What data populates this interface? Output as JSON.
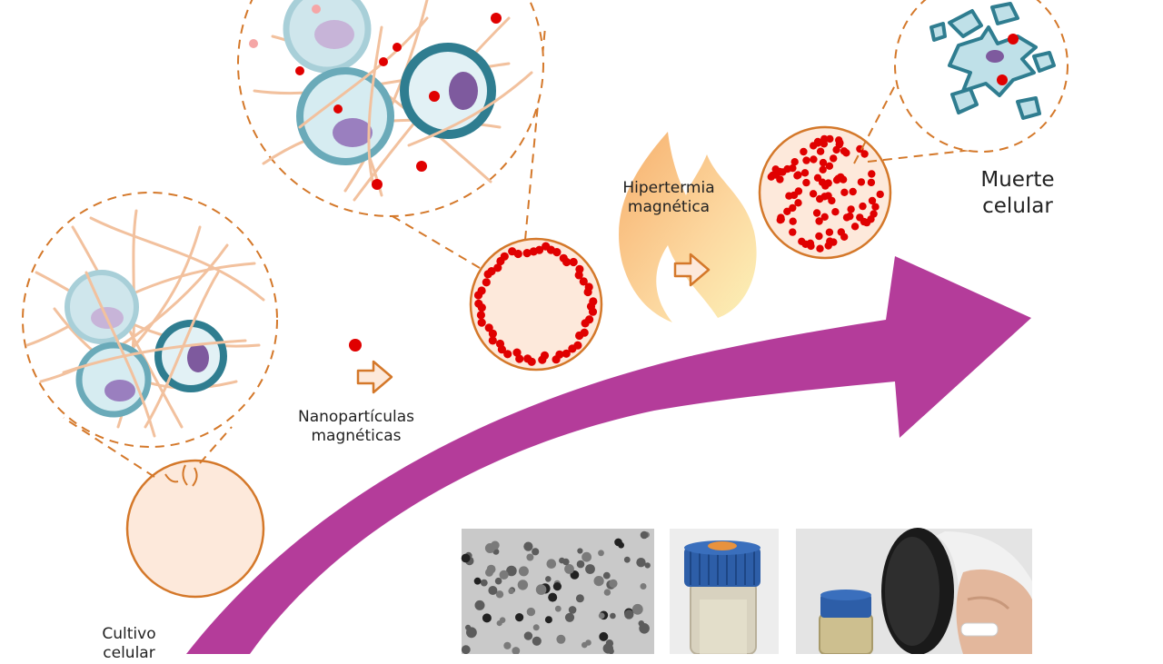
{
  "labels": {
    "nanoparticles_line1": "Nanopartículas",
    "nanoparticles_line2": "magnéticas",
    "hyperthermia_line1": "Hipertermia",
    "hyperthermia_line2": "magnética",
    "death_line1": "Muerte",
    "death_line2": "celular",
    "culture_line1": "Cultivo",
    "culture_line2": "celular"
  },
  "colors": {
    "arrow": "#b43c9a",
    "outline": "#d4782a",
    "cell_fill": "#fde9db",
    "particle": "#e00000",
    "cell_blue": "#3f8ea0",
    "cell_light": "#a8cfd8",
    "nucleus": "#7e5a9e",
    "fiber": "#f2c19e",
    "flame_outer": "#f7a15a",
    "flame_inner": "#fbe9a6"
  },
  "photos": [
    {
      "name": "microscopy-photo",
      "kind": "tem-image"
    },
    {
      "name": "vial-photo",
      "kind": "vial"
    },
    {
      "name": "magnet-photo",
      "kind": "vial-with-magnet"
    }
  ]
}
